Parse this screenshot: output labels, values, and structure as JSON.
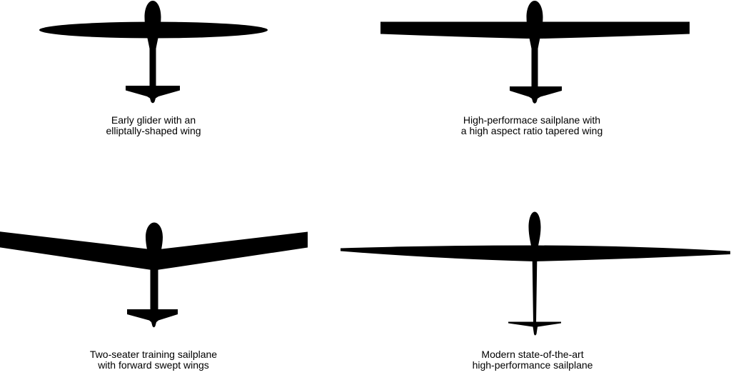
{
  "figure": {
    "title": "Glider planform comparison diagram",
    "background_color": "#ffffff",
    "silhouette_color": "#000000",
    "panels": [
      {
        "id": "early-glider",
        "silhouette": "glider-top-view-elliptical-wing",
        "wing_type": "elliptical",
        "caption_line1": "Early glider with an",
        "caption_line2": "elliptally-shaped wing"
      },
      {
        "id": "high-aspect-ratio-sailplane",
        "silhouette": "glider-top-view-high-aspect-tapered-wing",
        "wing_type": "tapered",
        "caption_line1": "High-performace sailplane with",
        "caption_line2": "a high aspect ratio tapered wing"
      },
      {
        "id": "two-seater-trainer",
        "silhouette": "glider-top-view-forward-swept-wing",
        "wing_type": "forward-swept",
        "caption_line1": "Two-seater training sailplane",
        "caption_line2": "with forward swept wings"
      },
      {
        "id": "modern-sailplane",
        "silhouette": "glider-top-view-slender-tapered-wing",
        "wing_type": "slender-tapered",
        "caption_line1": "Modern state-of-the-art",
        "caption_line2": "high-performance sailplane"
      }
    ]
  }
}
